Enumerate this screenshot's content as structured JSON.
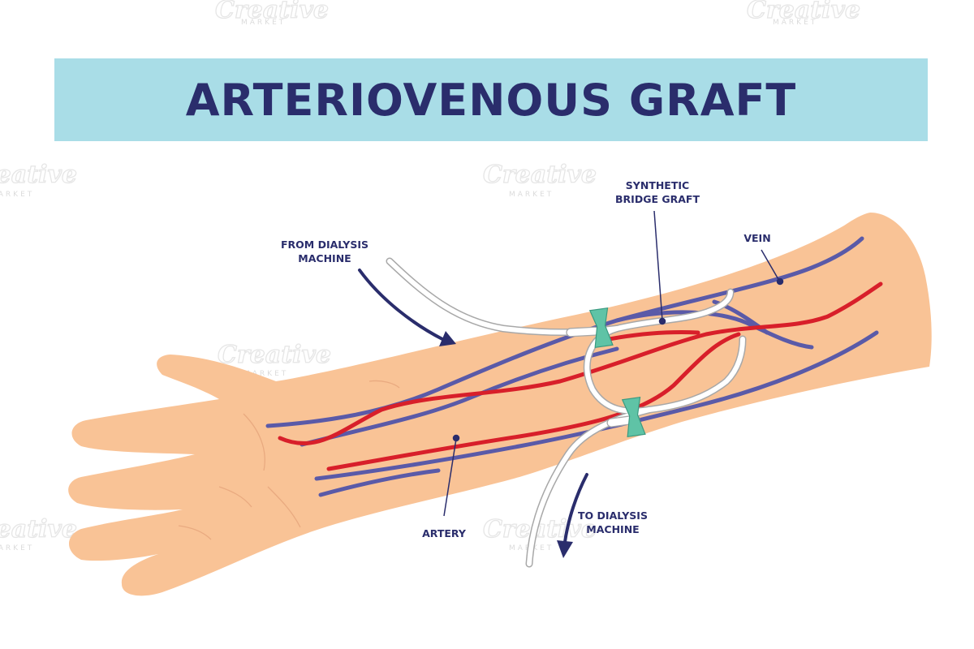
{
  "title": "ARTERIOVENOUS GRAFT",
  "labels": {
    "graft_line1": "SYNTHETIC",
    "graft_line2": "BRIDGE GRAFT",
    "vein": "VEIN",
    "from_line1": "FROM DIALYSIS",
    "from_line2": "MACHINE",
    "to_line1": "TO DIALYSIS",
    "to_line2": "MACHINE",
    "artery": "ARTERY"
  },
  "watermark": {
    "brand": "Creative",
    "sub": "MARKET"
  },
  "colors": {
    "banner": "#a9dde7",
    "title": "#2a2d6c",
    "skin": "#f9c396",
    "artery": "#d81f2a",
    "vein": "#5a5aa8",
    "graft": "#ffffff",
    "clamp": "#5fc3a6",
    "label": "#2a2d6c"
  }
}
